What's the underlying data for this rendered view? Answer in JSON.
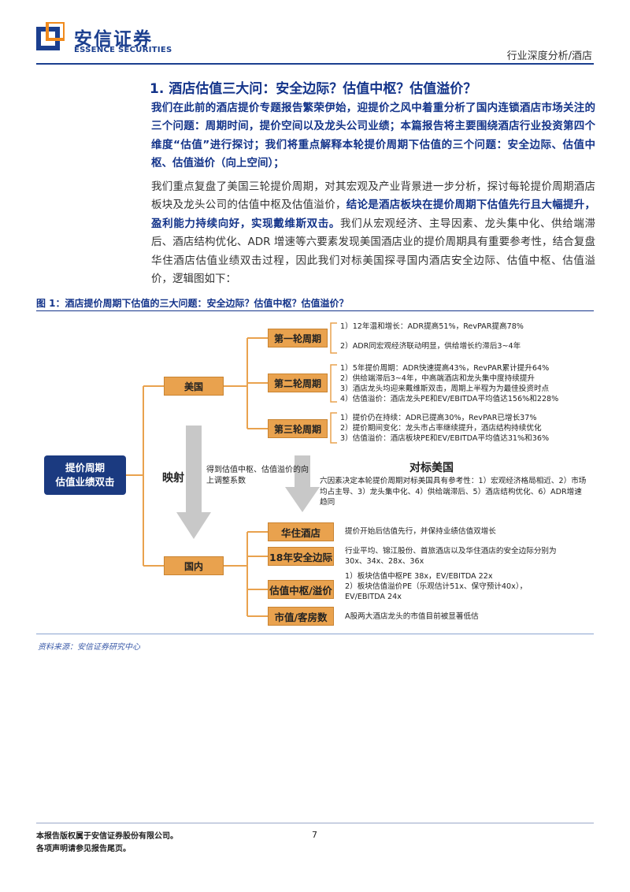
{
  "header": {
    "logo_cn": "安信证券",
    "logo_en": "ESSENCE SECURITIES",
    "category": "行业深度分析/酒店"
  },
  "section_title": "1. 酒店估值三大问：安全边际？估值中枢？估值溢价？",
  "para1": "我们在此前的酒店提价专题报告繁荣伊始，迎提价之风中着重分析了国内连锁酒店市场关注的三个问题：周期时间，提价空间以及龙头公司业绩；本篇报告将主要围绕酒店行业投资第四个维度“估值”进行探讨；我们将重点解释本轮提价周期下估值的三个问题：安全边际、估值中枢、估值溢价（向上空间）；",
  "para2": {
    "a": "我们重点复盘了美国三轮提价周期，对其宏观及产业背景进一步分析，探讨每轮提价周期酒店板块及龙头公司的估值中枢及估值溢价，",
    "b": "结论是酒店板块在提价周期下估值先行且大幅提升，盈利能力持续向好，实现戴维斯双击。",
    "c": "我们从宏观经济、主导因素、龙头集中化、供给端滞后、酒店结构优化、ADR 增速等六要素发现美国酒店业的提价周期具有重要参考性，结合复盘华住酒店估值业绩双击过程，因此我们对标美国探寻国内酒店安全边际、估值中枢、估值溢价，逻辑图如下："
  },
  "figure": {
    "title": "图 1：酒店提价周期下估值的三大问题：安全边际？估值中枢？估值溢价？",
    "root": [
      "提价周期",
      "估值业绩双击"
    ],
    "usa": "美国",
    "china": "国内",
    "mapping": "映射",
    "adjust": "得到估值中枢、估值溢价的向上调整系数",
    "benchmark": "对标美国",
    "six_factors": "六因素决定本轮提价周期对标美国具有参考性：1）宏观经济格局相近、2）市场均占主导、3）龙头集中化、4）供给端滞后、5）酒店结构优化、6）ADR增速趋同",
    "rounds": [
      {
        "label": "第一轮周期",
        "notes": [
          "1）12年温和增长：ADR提高51%，RevPAR提高78%",
          "2）ADR同宏观经济联动明显，供给增长约滞后3~4年"
        ]
      },
      {
        "label": "第二轮周期",
        "notes": [
          "1）5年提价周期：ADR快速提高43%，RevPAR累计提升64%",
          "2）供给端滞后3~4年，中高端酒店和龙头集中度持续提升",
          "3）酒店龙头均迎来戴维斯双击，周期上半程为为最佳投资时点",
          "4）估值溢价：酒店龙头PE和EV/EBITDA平均值达156%和228%"
        ]
      },
      {
        "label": "第三轮周期",
        "notes": [
          "1）提价仍在持续：ADR已提高30%，RevPAR已增长37%",
          "2）提价期间变化：龙头市占率继续提升，酒店结构持续优化",
          "3）估值溢价：酒店板块PE和EV/EBITDA平均值达31%和36%"
        ]
      }
    ],
    "china_items": [
      {
        "label": "华住酒店",
        "notes": [
          "提价开始后估值先行，并保持业绩估值双增长"
        ]
      },
      {
        "label": "18年安全边际",
        "notes": [
          "行业平均、锦江股份、首旅酒店以及华住酒店的安全边际分别为",
          "30x、34x、28x、36x"
        ]
      },
      {
        "label": "估值中枢/溢价",
        "notes": [
          "1）板块估值中枢PE 38x，EV/EBITDA 22x",
          "2）板块估值溢价PE（乐观估计51x、保守预计40x），",
          "     EV/EBITDA 24x"
        ]
      },
      {
        "label": "市值/客房数",
        "notes": [
          "A股两大酒店龙头的市值目前被显著低估"
        ]
      }
    ],
    "source": "资料来源：安信证券研究中心"
  },
  "footer": {
    "copyright": "本报告版权属于安信证券股份有限公司。",
    "disclaimer": "各项声明请参见报告尾页。",
    "page_number": "7"
  }
}
